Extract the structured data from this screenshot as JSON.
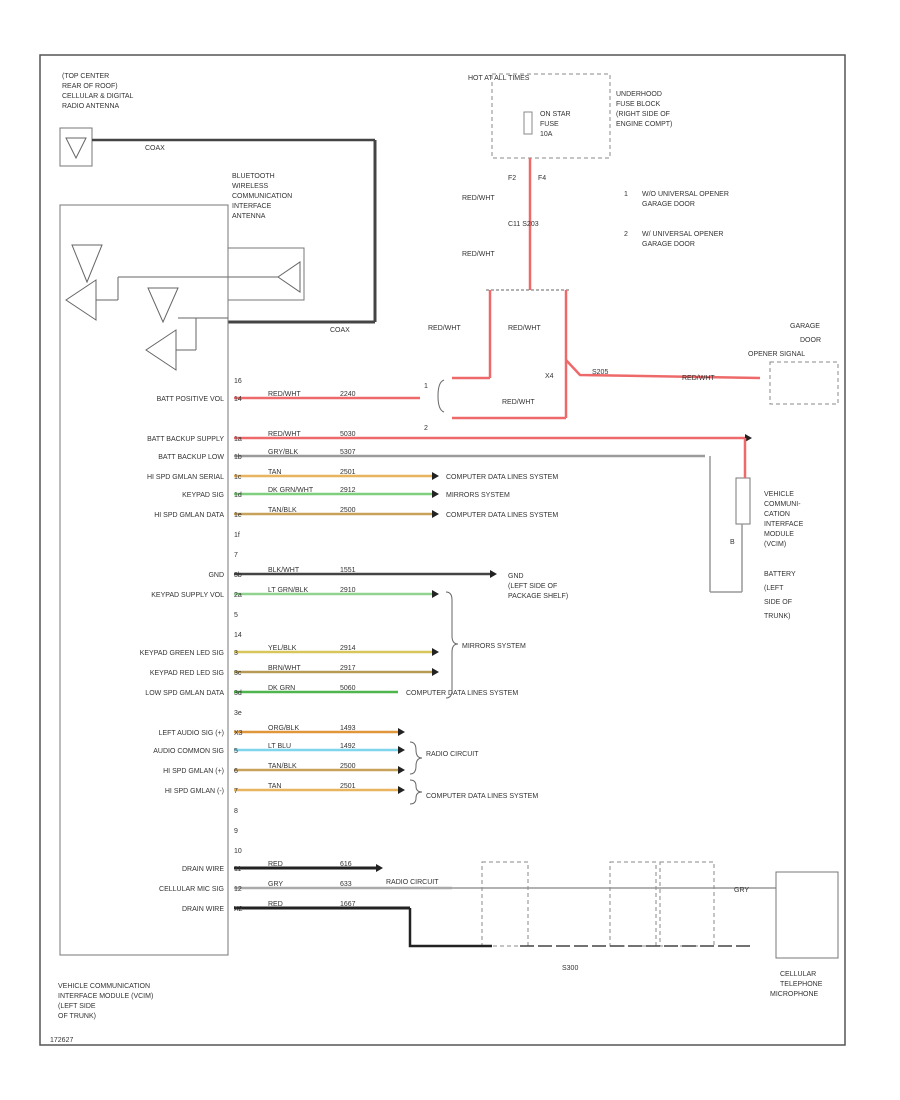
{
  "labels": {
    "antenna_top": [
      "(TOP CENTER",
      "REAR OF ROOF)",
      "CELLULAR & DIGITAL",
      "RADIO ANTENNA"
    ],
    "coax_top": "COAX",
    "bt_antenna": [
      "BLUETOOTH",
      "WIRELESS",
      "COMMUNICATION",
      "INTERFACE",
      "ANTENNA"
    ],
    "coax_bottom": "COAX",
    "hot_at_all_times": "HOT AT ALL TIMES",
    "onstar_fuse": [
      "ON STAR",
      "FUSE",
      "10A"
    ],
    "underhood_fuse_block": [
      "UNDERHOOD",
      "FUSE BLOCK",
      "(RIGHT SIDE OF",
      "ENGINE COMPT)"
    ],
    "fuse_pins": [
      "F2",
      "F4"
    ],
    "legend_1": [
      "1",
      "W/O UNIVERSAL OPENER",
      "GARAGE DOOR"
    ],
    "legend_2": [
      "2",
      "W/ UNIVERSAL OPENER",
      "GARAGE DOOR"
    ],
    "wire_red_wht": "RED/WHT",
    "splice_top": "C11  S203",
    "garage_door_opener": [
      "GARAGE",
      "DOOR",
      "OPENER SIGNAL"
    ],
    "splice_s205": "S205",
    "junction_x4": "X4",
    "vcim_right": [
      "VEHICLE",
      "COMMUNI-",
      "CATION",
      "INTERFACE",
      "MODULE",
      "(VCIM)",
      "BATTERY",
      "(LEFT",
      "SIDE OF",
      "TRUNK)"
    ],
    "vcim_pin_b": "B",
    "pin_labels": [
      "16",
      "14",
      "1a",
      "1b",
      "1c",
      "1d",
      "1e",
      "1f",
      "7",
      "3b",
      "2a",
      "5",
      "14",
      "3",
      "3c",
      "3d",
      "3e",
      "X3",
      "5",
      "6",
      "7",
      "8",
      "9",
      "10",
      "11",
      "12",
      "X2"
    ],
    "sig_rows": [
      {
        "name": "BATT POSITIVE VOL",
        "wire": "RED/WHT",
        "ckt": "2240"
      },
      {
        "name": "BATT BACKUP SUPPLY",
        "wire": "RED/WHT",
        "ckt": "5030"
      },
      {
        "name": "BATT BACKUP LOW",
        "wire": "GRY/BLK",
        "ckt": "5307"
      },
      {
        "name": "HI SPD GMLAN SERIAL",
        "wire": "TAN",
        "ckt": "2501",
        "dest": "COMPUTER DATA LINES SYSTEM"
      },
      {
        "name": "KEYPAD SIG",
        "wire": "DK GRN/WHT",
        "ckt": "2912",
        "dest": "MIRRORS SYSTEM"
      },
      {
        "name": "HI SPD GMLAN DATA",
        "wire": "TAN/BLK",
        "ckt": "2500",
        "dest": "COMPUTER DATA LINES SYSTEM"
      },
      {
        "name": "GND",
        "wire": "BLK/WHT",
        "ckt": "1551",
        "dest": [
          "GND",
          "(LEFT SIDE OF",
          "PACKAGE SHELF)"
        ]
      },
      {
        "name": "KEYPAD SUPPLY VOL",
        "wire": "LT GRN/BLK",
        "ckt": "2910"
      },
      {
        "name": "KEYPAD GREEN LED SIG",
        "wire": "YEL/BLK",
        "ckt": "2914"
      },
      {
        "name": "KEYPAD RED LED SIG",
        "wire": "BRN/WHT",
        "ckt": "2917"
      },
      {
        "name": "LOW SPD GMLAN DATA",
        "wire": "DK GRN",
        "ckt": "5060",
        "dest": "COMPUTER DATA LINES SYSTEM"
      },
      {
        "name": "LEFT AUDIO SIG (+)",
        "wire": "ORG/BLK",
        "ckt": "1493"
      },
      {
        "name": "AUDIO COMMON SIG",
        "wire": "LT BLU",
        "ckt": "1492"
      },
      {
        "name": "HI SPD GMLAN (+)",
        "wire": "TAN/BLK",
        "ckt": "2500"
      },
      {
        "name": "HI SPD GMLAN (-)",
        "wire": "TAN",
        "ckt": "2501"
      },
      {
        "name": "DRAIN WIRE",
        "wire": "RED",
        "ckt": "616"
      },
      {
        "name": "CELLULAR MIC SIG",
        "wire": "GRY",
        "ckt": "633"
      },
      {
        "name": "DRAIN WIRE",
        "wire": "RED",
        "ckt": "1667"
      }
    ],
    "mirrors_system": "MIRRORS SYSTEM",
    "radio_circuit": "RADIO CIRCUIT",
    "computer_data": "COMPUTER DATA LINES SYSTEM",
    "radio_circuit_bottom": "RADIO CIRCUIT",
    "splice_s300": "S300",
    "gry_label": "GRY",
    "phone_label": [
      "CELLULAR",
      "TELEPHONE",
      "MICROPHONE"
    ],
    "vcim_bottom": [
      "VEHICLE COMMUNICATION",
      "INTERFACE MODULE (VCIM)",
      "(LEFT SIDE",
      "OF TRUNK)"
    ],
    "diagram_id": "172627"
  },
  "colors": {
    "red_wht": "#ee6a6a",
    "red": "#e63030",
    "gry_blk": "#9b9b9b",
    "tan": "#e8b460",
    "dk_grn_wht": "#7fcf7f",
    "tan_blk": "#c8a25a",
    "blk_wht": "#444444",
    "lt_grn_blk": "#8fd38f",
    "yel_blk": "#d9c65a",
    "brn_wht": "#b79b55",
    "dk_grn": "#4fb64f",
    "org_blk": "#e0963a",
    "lt_blu": "#7fd6ec",
    "blk": "#222222",
    "gry": "#aaaaaa"
  }
}
